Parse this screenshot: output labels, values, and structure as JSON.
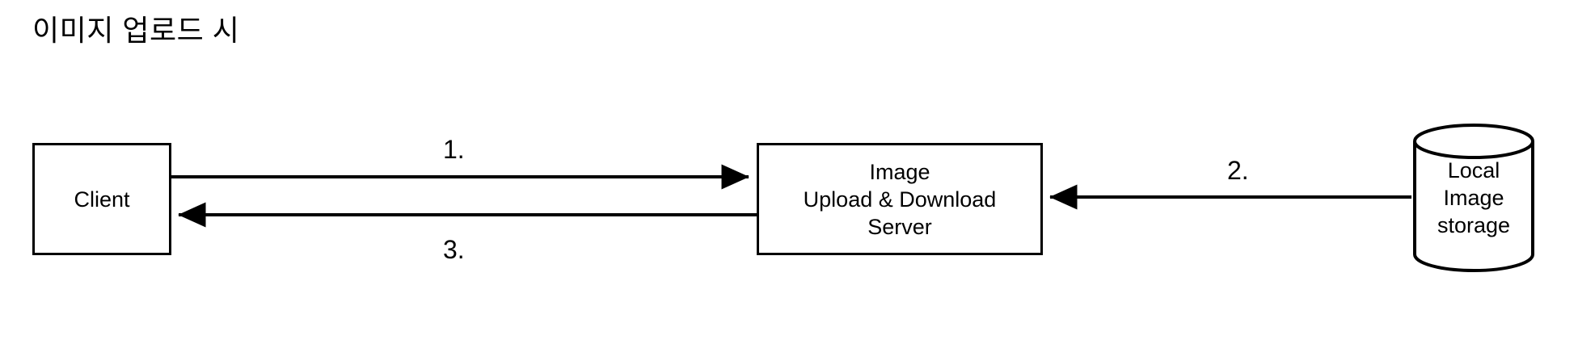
{
  "diagram": {
    "title": "이미지 업로드 시",
    "type": "flow-diagram",
    "background_color": "#ffffff",
    "stroke_color": "#000000",
    "nodes": [
      {
        "id": "client",
        "shape": "rectangle",
        "label": "Client"
      },
      {
        "id": "server",
        "shape": "rectangle",
        "label": "Image\nUpload & Download\nServer"
      },
      {
        "id": "storage",
        "shape": "cylinder",
        "label": "Local\nImage\nstorage"
      }
    ],
    "edges": [
      {
        "id": "edge-1",
        "from": "client",
        "to": "server",
        "direction": "right",
        "label": "1."
      },
      {
        "id": "edge-3",
        "from": "server",
        "to": "client",
        "direction": "left",
        "label": "3."
      },
      {
        "id": "edge-2",
        "from": "storage",
        "to": "server",
        "direction": "left",
        "label": "2."
      }
    ]
  }
}
